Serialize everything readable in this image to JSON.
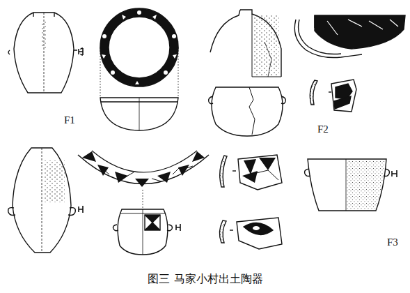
{
  "diagram": {
    "caption": "图三 马家小村出土陶器",
    "labels": [
      "F1",
      "F2",
      "F3"
    ]
  }
}
